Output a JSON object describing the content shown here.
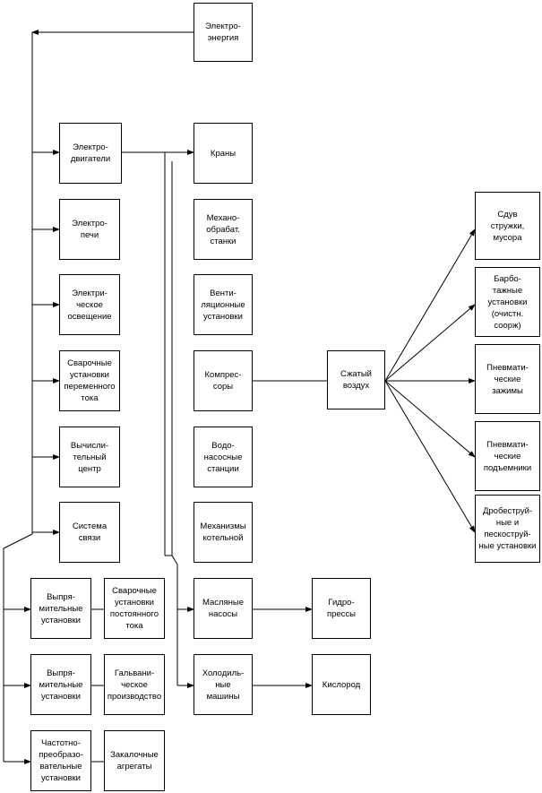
{
  "nodes": {
    "elektroenergiya": "Электро-\nэнергия",
    "elektrodvigateli": "Электро-\nдвигатели",
    "elektropechi": "Электро-\nпечи",
    "osveshchenie": "Электри-\nческое\nосвещение",
    "svarka_peremen": "Сварочные\nустановки\nпеременного\nтока",
    "vych_centr": "Вычисли-\nтельный\nцентр",
    "sistema_svyazi": "Система\nсвязи",
    "vypryam_1": "Выпря-\nмительные\nустановки",
    "svarka_postoyan": "Сварочные\nустановки\nпостоянного\nтока",
    "vypryam_2": "Выпря-\nмительные\nустановки",
    "galvanika": "Гальвани-\nческое\nпроизводство",
    "chastotnye": "Частотно-\nпреобразо-\nвательные\nустановки",
    "zakalochnye": "Закалочные\nагрегаты",
    "krany": "Краны",
    "stanki": "Механо-\nобрабат.\nстанки",
    "ventilyaciya": "Венти-\nляционные\nустановки",
    "kompressory": "Компрес-\nсоры",
    "nasosy": "Водо-\nнасосные\nстанции",
    "kotelnaya": "Механизмы\nкотельной",
    "maslyanye_nasosy": "Масляные\nнасосы",
    "holodilnye": "Холодиль-\nные\nмашины",
    "gidropressy": "Гидро-\nпрессы",
    "kislorod": "Кислород",
    "szhatyi_vozduh": "Сжатый\nвоздух",
    "sduv": "Сдув\nстружки,\nмусора",
    "barbotazh": "Барбо-\nтажные\nустановки\n(очистн.\nсоорж)",
    "pnevmo_zazhimy": "Пневмати-\nческие\nзажимы",
    "pnevmo_podyemniki": "Пневмати-\nческие\nподъемники",
    "drobestruinye": "Дробеструй-\nные и\nпескоструй-\nные установки"
  },
  "line_color": "#000000"
}
